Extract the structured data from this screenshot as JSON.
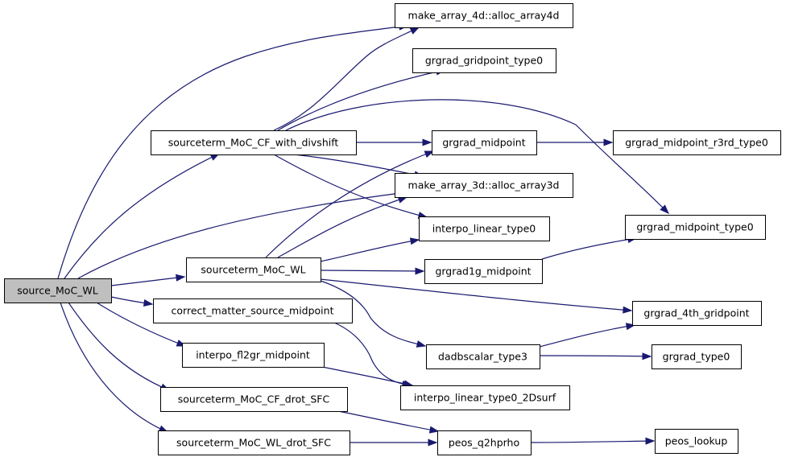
{
  "graph": {
    "title": "",
    "edge_color": "#191970",
    "root_fill": "#bfbfbf",
    "nodes": [
      {
        "id": "source_MoC_WL",
        "label": "source_MoC_WL",
        "root": true
      },
      {
        "id": "alloc_array4d",
        "label": "make_array_4d::alloc_array4d"
      },
      {
        "id": "grgrad_gridpoint_type0",
        "label": "grgrad_gridpoint_type0"
      },
      {
        "id": "sourceterm_MoC_CF_with_divshift",
        "label": "sourceterm_MoC_CF_with_divshift"
      },
      {
        "id": "grgrad_midpoint",
        "label": "grgrad_midpoint"
      },
      {
        "id": "grgrad_midpoint_r3rd_type0",
        "label": "grgrad_midpoint_r3rd_type0"
      },
      {
        "id": "alloc_array3d",
        "label": "make_array_3d::alloc_array3d"
      },
      {
        "id": "interpo_linear_type0",
        "label": "interpo_linear_type0"
      },
      {
        "id": "grgrad_midpoint_type0",
        "label": "grgrad_midpoint_type0"
      },
      {
        "id": "sourceterm_MoC_WL",
        "label": "sourceterm_MoC_WL"
      },
      {
        "id": "grgrad1g_midpoint",
        "label": "grgrad1g_midpoint"
      },
      {
        "id": "correct_matter_source_midpoint",
        "label": "correct_matter_source_midpoint"
      },
      {
        "id": "grgrad_4th_gridpoint",
        "label": "grgrad_4th_gridpoint"
      },
      {
        "id": "interpo_fl2gr_midpoint",
        "label": "interpo_fl2gr_midpoint"
      },
      {
        "id": "dadbscalar_type3",
        "label": "dadbscalar_type3"
      },
      {
        "id": "grgrad_type0",
        "label": "grgrad_type0"
      },
      {
        "id": "sourceterm_MoC_CF_drot_SFC",
        "label": "sourceterm_MoC_CF_drot_SFC"
      },
      {
        "id": "interpo_linear_type0_2Dsurf",
        "label": "interpo_linear_type0_2Dsurf"
      },
      {
        "id": "sourceterm_MoC_WL_drot_SFC",
        "label": "sourceterm_MoC_WL_drot_SFC"
      },
      {
        "id": "peos_q2hprho",
        "label": "peos_q2hprho"
      },
      {
        "id": "peos_lookup",
        "label": "peos_lookup"
      }
    ],
    "edges": [
      [
        "source_MoC_WL",
        "alloc_array4d"
      ],
      [
        "source_MoC_WL",
        "sourceterm_MoC_CF_with_divshift"
      ],
      [
        "source_MoC_WL",
        "alloc_array3d"
      ],
      [
        "source_MoC_WL",
        "sourceterm_MoC_WL"
      ],
      [
        "source_MoC_WL",
        "correct_matter_source_midpoint"
      ],
      [
        "source_MoC_WL",
        "interpo_fl2gr_midpoint"
      ],
      [
        "source_MoC_WL",
        "sourceterm_MoC_CF_drot_SFC"
      ],
      [
        "source_MoC_WL",
        "sourceterm_MoC_WL_drot_SFC"
      ],
      [
        "sourceterm_MoC_CF_with_divshift",
        "alloc_array4d"
      ],
      [
        "sourceterm_MoC_CF_with_divshift",
        "grgrad_gridpoint_type0"
      ],
      [
        "sourceterm_MoC_CF_with_divshift",
        "grgrad_midpoint"
      ],
      [
        "sourceterm_MoC_CF_with_divshift",
        "alloc_array3d"
      ],
      [
        "sourceterm_MoC_CF_with_divshift",
        "interpo_linear_type0"
      ],
      [
        "sourceterm_MoC_CF_with_divshift",
        "grgrad_midpoint_type0"
      ],
      [
        "grgrad_midpoint",
        "grgrad_midpoint_r3rd_type0"
      ],
      [
        "sourceterm_MoC_WL",
        "grgrad_midpoint"
      ],
      [
        "sourceterm_MoC_WL",
        "alloc_array3d"
      ],
      [
        "sourceterm_MoC_WL",
        "interpo_linear_type0"
      ],
      [
        "sourceterm_MoC_WL",
        "grgrad1g_midpoint"
      ],
      [
        "sourceterm_MoC_WL",
        "grgrad_4th_gridpoint"
      ],
      [
        "sourceterm_MoC_WL",
        "dadbscalar_type3"
      ],
      [
        "grgrad1g_midpoint",
        "grgrad_midpoint_type0"
      ],
      [
        "dadbscalar_type3",
        "grgrad_4th_gridpoint"
      ],
      [
        "dadbscalar_type3",
        "grgrad_type0"
      ],
      [
        "correct_matter_source_midpoint",
        "interpo_linear_type0_2Dsurf"
      ],
      [
        "interpo_fl2gr_midpoint",
        "interpo_linear_type0_2Dsurf"
      ],
      [
        "sourceterm_MoC_CF_drot_SFC",
        "peos_q2hprho"
      ],
      [
        "sourceterm_MoC_WL_drot_SFC",
        "peos_q2hprho"
      ],
      [
        "peos_q2hprho",
        "peos_lookup"
      ]
    ]
  }
}
